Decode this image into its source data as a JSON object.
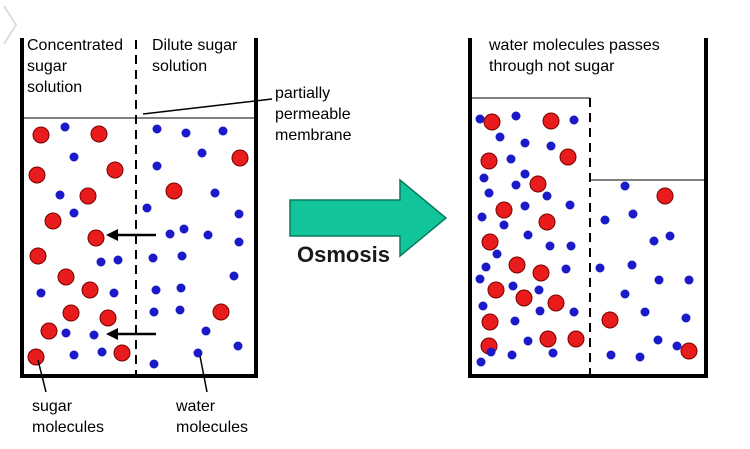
{
  "labels": {
    "concentrated": [
      "Concentrated",
      "sugar",
      "solution"
    ],
    "dilute": [
      "Dilute sugar",
      "solution"
    ],
    "membrane": [
      "partially",
      "permeable",
      "membrane"
    ],
    "process": "Osmosis",
    "result": [
      "water molecules passes",
      "through not sugar"
    ],
    "sugar_molecules": [
      "sugar",
      "molecules"
    ],
    "water_molecules": [
      "water",
      "molecules"
    ]
  },
  "colors": {
    "sugar": "#e81c1c",
    "water": "#1a1ac8",
    "arrow": "#12c49a",
    "outline": "#000000"
  },
  "icons": {
    "next": "chevron-right-icon"
  }
}
